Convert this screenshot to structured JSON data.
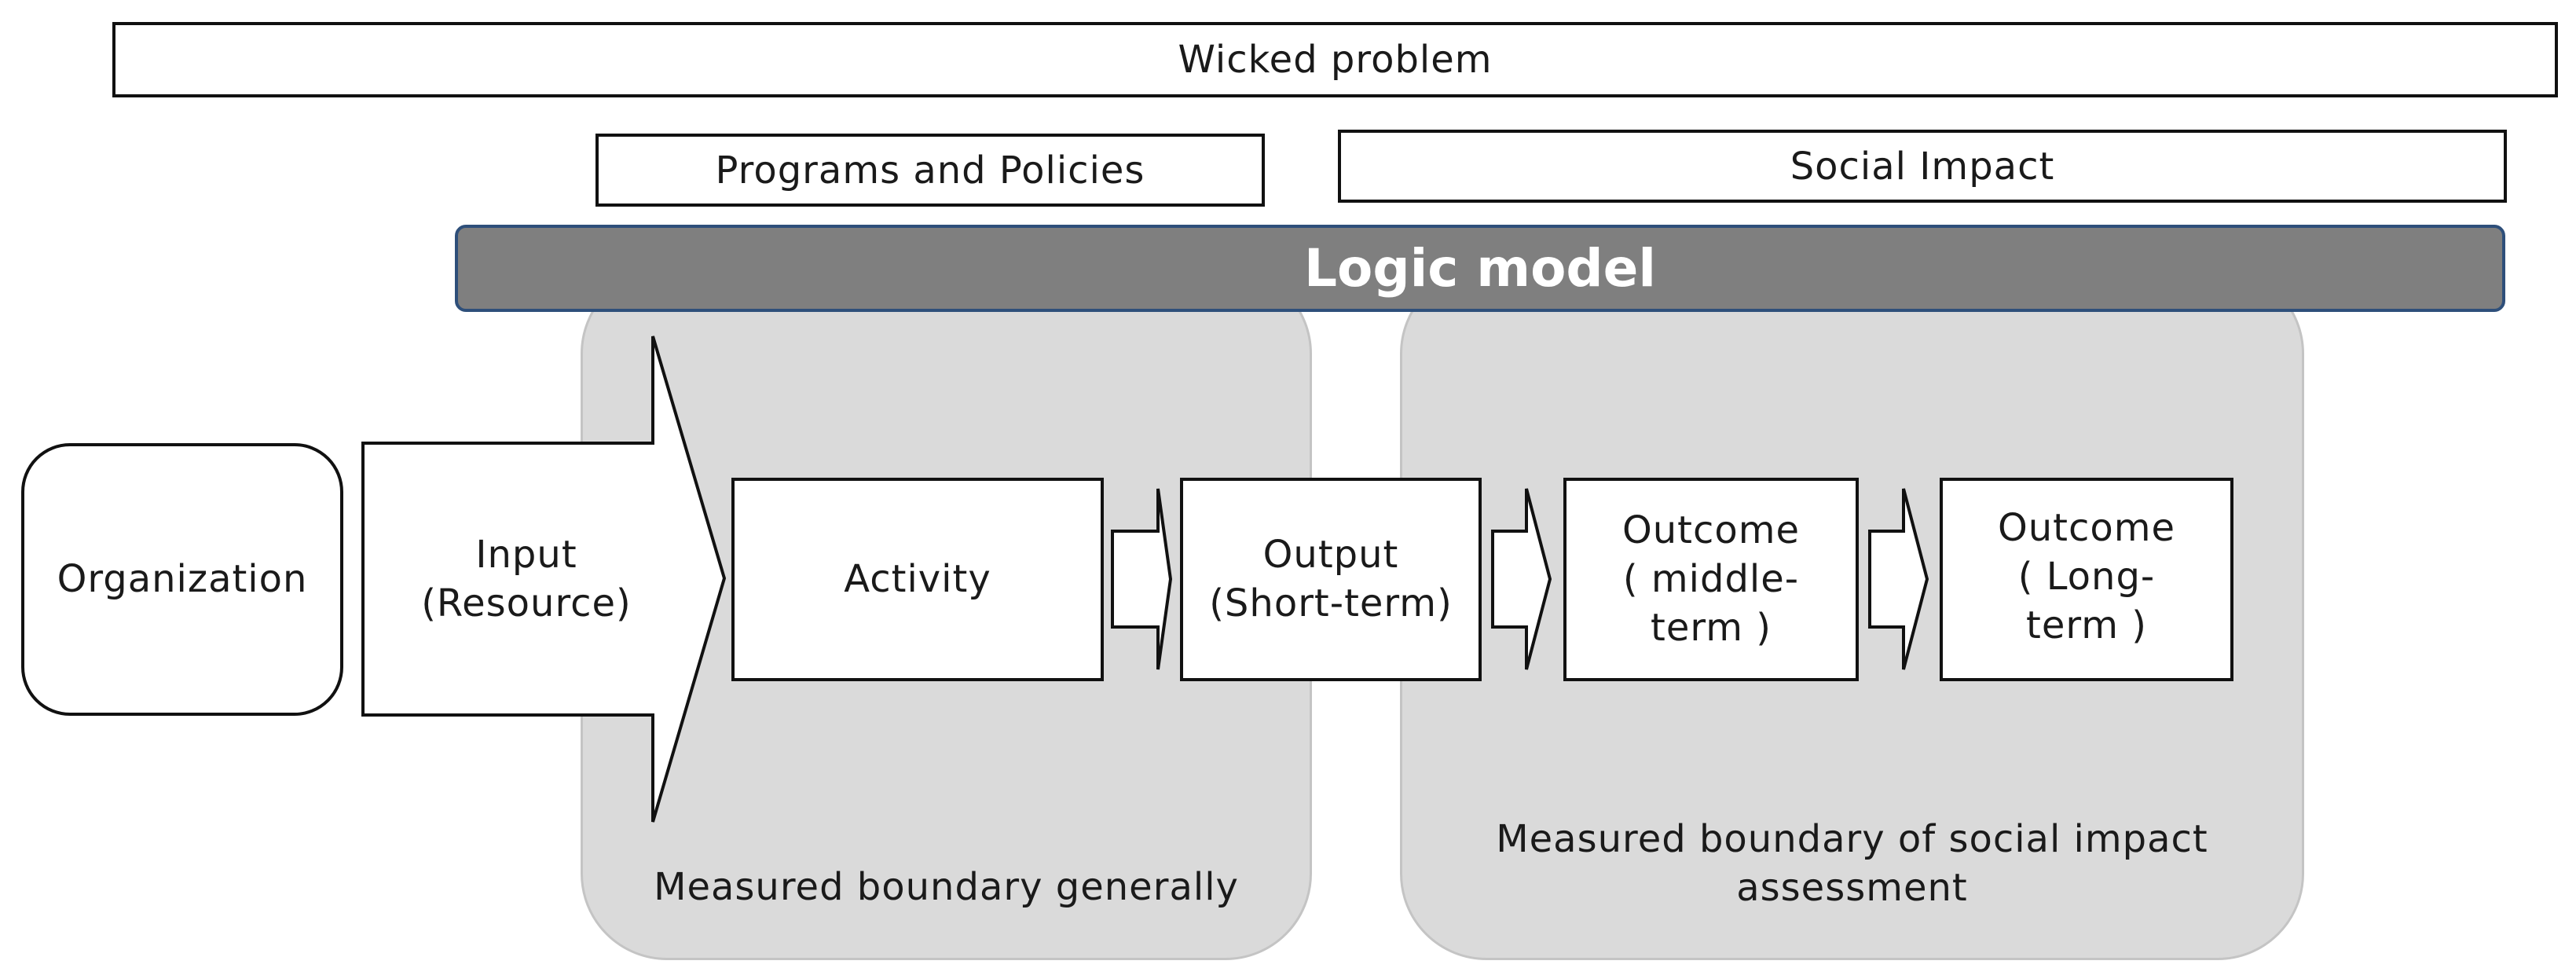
{
  "header": {
    "wicked_problem": "Wicked problem",
    "programs_and_policies": "Programs and Policies",
    "social_impact": "Social Impact",
    "logic_model": "Logic model"
  },
  "boundaries": {
    "general": "Measured boundary generally",
    "social_impact_line1": "Measured boundary of social impact",
    "social_impact_line2": "assessment"
  },
  "nodes": {
    "organization": "Organization",
    "input_line1": "Input",
    "input_line2": "(Resource)",
    "activity": "Activity",
    "output_line1": "Output",
    "output_line2": "(Short-term)",
    "outcome_mid_line1": "Outcome",
    "outcome_mid_line2": "( middle-",
    "outcome_mid_line3": "term )",
    "outcome_long_line1": "Outcome",
    "outcome_long_line2": "( Long-",
    "outcome_long_line3": "term )"
  },
  "colors": {
    "logic_model_fill": "#7f7f7f",
    "logic_model_border": "#2e4f7a",
    "boundary_fill": "#dadada"
  }
}
